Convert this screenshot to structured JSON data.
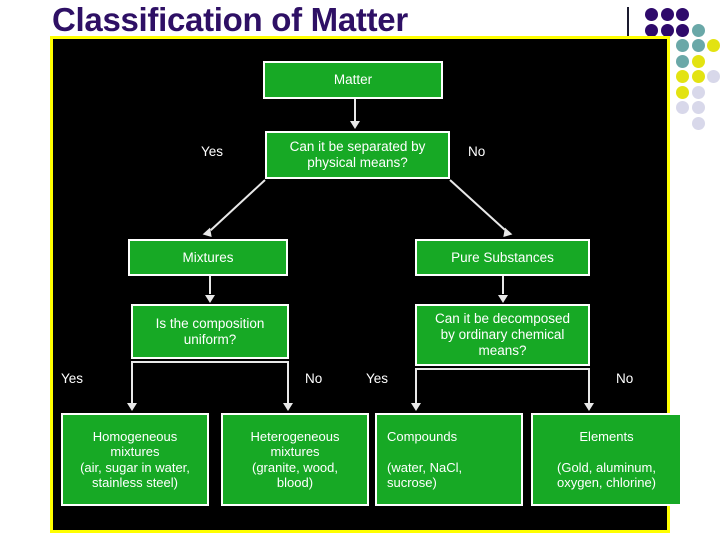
{
  "slide": {
    "title": "Classification of Matter"
  },
  "decor": {
    "rule_name": "title-divider-rule",
    "colors": {
      "purple": "#2e0a6b",
      "teal": "#6aa8a8",
      "yellow": "#e3e312",
      "lavender": "#d8d8ea",
      "frame_border": "#ffff00",
      "panel_background": "#000000",
      "node_fill": "#17a925",
      "node_border": "#ffffff",
      "text": "#ffffff",
      "connector": "#e8e8e8",
      "title_text": "#2e1065"
    },
    "dots": [
      {
        "col": 0,
        "row": 0,
        "color": "#2e0a6b"
      },
      {
        "col": 1,
        "row": 0,
        "color": "#2e0a6b"
      },
      {
        "col": 2,
        "row": 0,
        "color": "#2e0a6b"
      },
      {
        "col": 0,
        "row": 1,
        "color": "#2e0a6b"
      },
      {
        "col": 1,
        "row": 1,
        "color": "#2e0a6b"
      },
      {
        "col": 2,
        "row": 1,
        "color": "#2e0a6b"
      },
      {
        "col": 3,
        "row": 1,
        "color": "#6aa8a8"
      },
      {
        "col": 2,
        "row": 2,
        "color": "#6aa8a8"
      },
      {
        "col": 3,
        "row": 2,
        "color": "#6aa8a8"
      },
      {
        "col": 4,
        "row": 2,
        "color": "#e3e312"
      },
      {
        "col": 2,
        "row": 3,
        "color": "#6aa8a8"
      },
      {
        "col": 3,
        "row": 3,
        "color": "#e3e312"
      },
      {
        "col": 2,
        "row": 4,
        "color": "#e3e312"
      },
      {
        "col": 3,
        "row": 4,
        "color": "#e3e312"
      },
      {
        "col": 4,
        "row": 4,
        "color": "#d8d8ea"
      },
      {
        "col": 2,
        "row": 5,
        "color": "#e3e312"
      },
      {
        "col": 3,
        "row": 5,
        "color": "#d8d8ea"
      },
      {
        "col": 2,
        "row": 6,
        "color": "#d8d8ea"
      },
      {
        "col": 3,
        "row": 6,
        "color": "#d8d8ea"
      },
      {
        "col": 3,
        "row": 7,
        "color": "#d8d8ea"
      }
    ]
  },
  "diagram": {
    "title": "Classification of Matter flowchart",
    "nodes": {
      "matter": "Matter",
      "separate_question": "Can it be separated by\nphysical means?",
      "mixtures": "Mixtures",
      "pure_substances": "Pure Substances",
      "composition_question": "Is the composition\nuniform?",
      "decompose_question": "Can it be decomposed\nby ordinary chemical\nmeans?",
      "homogeneous": "Homogeneous\nmixtures\n(air, sugar in water,\nstainless steel)",
      "heterogeneous": "Heterogeneous\nmixtures\n(granite, wood,\nblood)",
      "compounds": "Compounds\n\n(water, NaCl,\n        sucrose)",
      "elements": "Elements\n\n(Gold, aluminum,\noxygen, chlorine)"
    },
    "edge_labels": {
      "separate_yes": "Yes",
      "separate_no": "No",
      "composition_yes": "Yes",
      "composition_no": "No",
      "decompose_yes": "Yes",
      "decompose_no": "No"
    }
  }
}
